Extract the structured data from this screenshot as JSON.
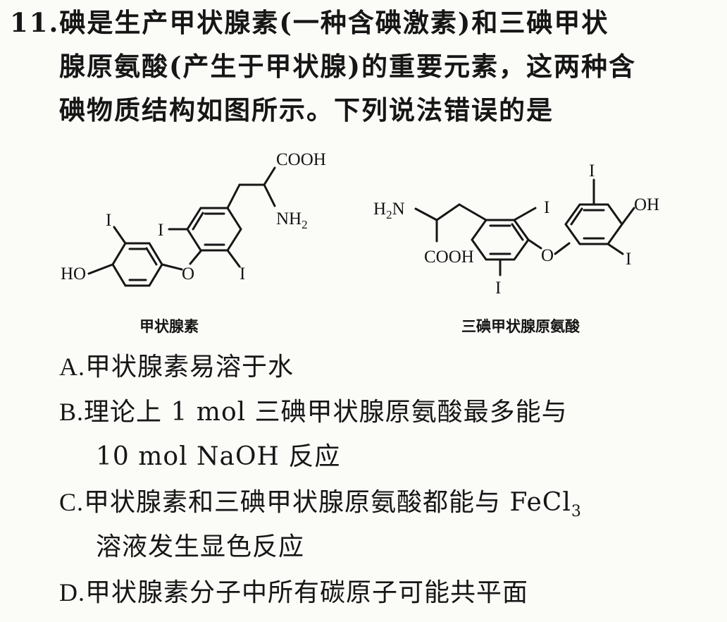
{
  "question": {
    "number": "11.",
    "stem_lines": [
      "碘是生产甲状腺素(一种含碘激素)和三碘甲状",
      "腺原氨酸(产生于甲状腺)的重要元素，这两种含",
      "碘物质结构如图所示。下列说法错误的是"
    ]
  },
  "figure": {
    "left_molecule": {
      "caption": "甲状腺素",
      "labels": {
        "cooh": "COOH",
        "nh2": "NH",
        "nh2_sub": "2",
        "ho": "HO",
        "o": "O",
        "i1": "I",
        "i2": "I",
        "i3": "I"
      }
    },
    "right_molecule": {
      "caption": "三碘甲状腺原氨酸",
      "labels": {
        "h2n": "H",
        "h2n_sub": "2",
        "h2n_n": "N",
        "cooh": "COOH",
        "oh": "OH",
        "o": "O",
        "i1": "I",
        "i2": "I",
        "i3": "I"
      }
    }
  },
  "options": [
    {
      "letter": "A.",
      "text": "甲状腺素易溶于水"
    },
    {
      "letter": "B.",
      "text": "理论上 1 mol 三碘甲状腺原氨酸最多能与",
      "cont": "10 mol NaOH 反应"
    },
    {
      "letter": "C.",
      "text": "甲状腺素和三碘甲状腺原氨酸都能与 FeCl",
      "sub": "3",
      "cont": "溶液发生显色反应"
    },
    {
      "letter": "D.",
      "text": "甲状腺素分子中所有碳原子可能共平面"
    }
  ]
}
